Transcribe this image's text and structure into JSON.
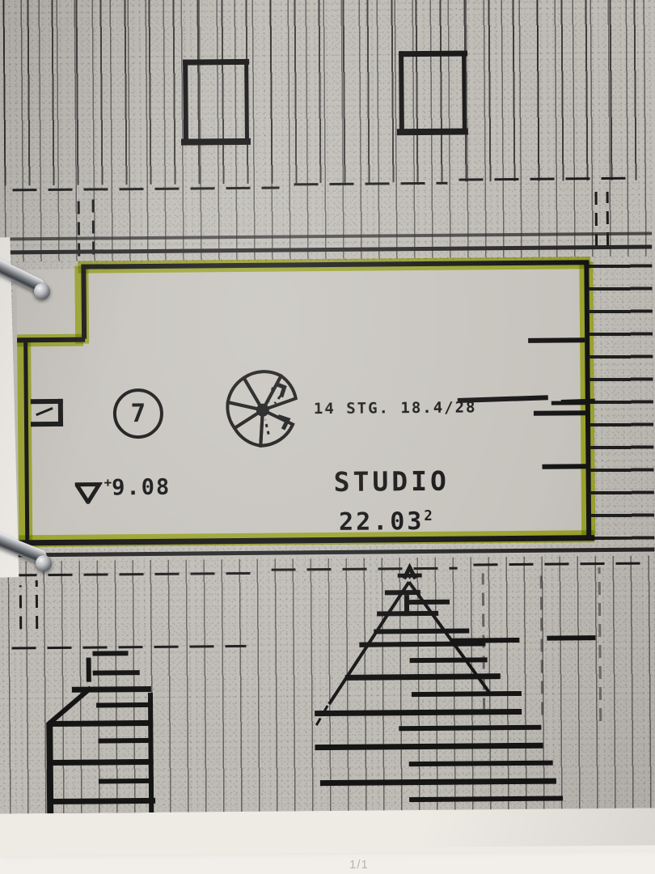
{
  "document": {
    "kind": "architectural-floor-plan-photocopy",
    "page_indicator": "1/1"
  },
  "plan": {
    "highlighted_unit": {
      "room_number": "7",
      "room_name": "STUDIO",
      "area_value": "22.03",
      "area_unit": "2",
      "level_marker_prefix": "+",
      "level_marker_value": "9.08",
      "stair_note": "14 STG. 18.4/",
      "stair_note_tail": "28",
      "highlight_color": "#c4d22e"
    },
    "symbols": {
      "spiral_stair": "spiral-staircase-symbol",
      "elevation_triangle": "elevation-marker-triangle",
      "skylight_left": "skylight-square-symbol",
      "skylight_right": "skylight-square-symbol",
      "stair_run_lower_left": "staircase-symbol",
      "roof_gable_lower_right": "roof-gable-symbol",
      "door_swing_left": "door-opening-symbol"
    },
    "colors": {
      "paper": "#bfbcb6",
      "ink": "#151515",
      "highlighter": "#c4d22e",
      "ring_metal": "#8b8e93"
    }
  }
}
